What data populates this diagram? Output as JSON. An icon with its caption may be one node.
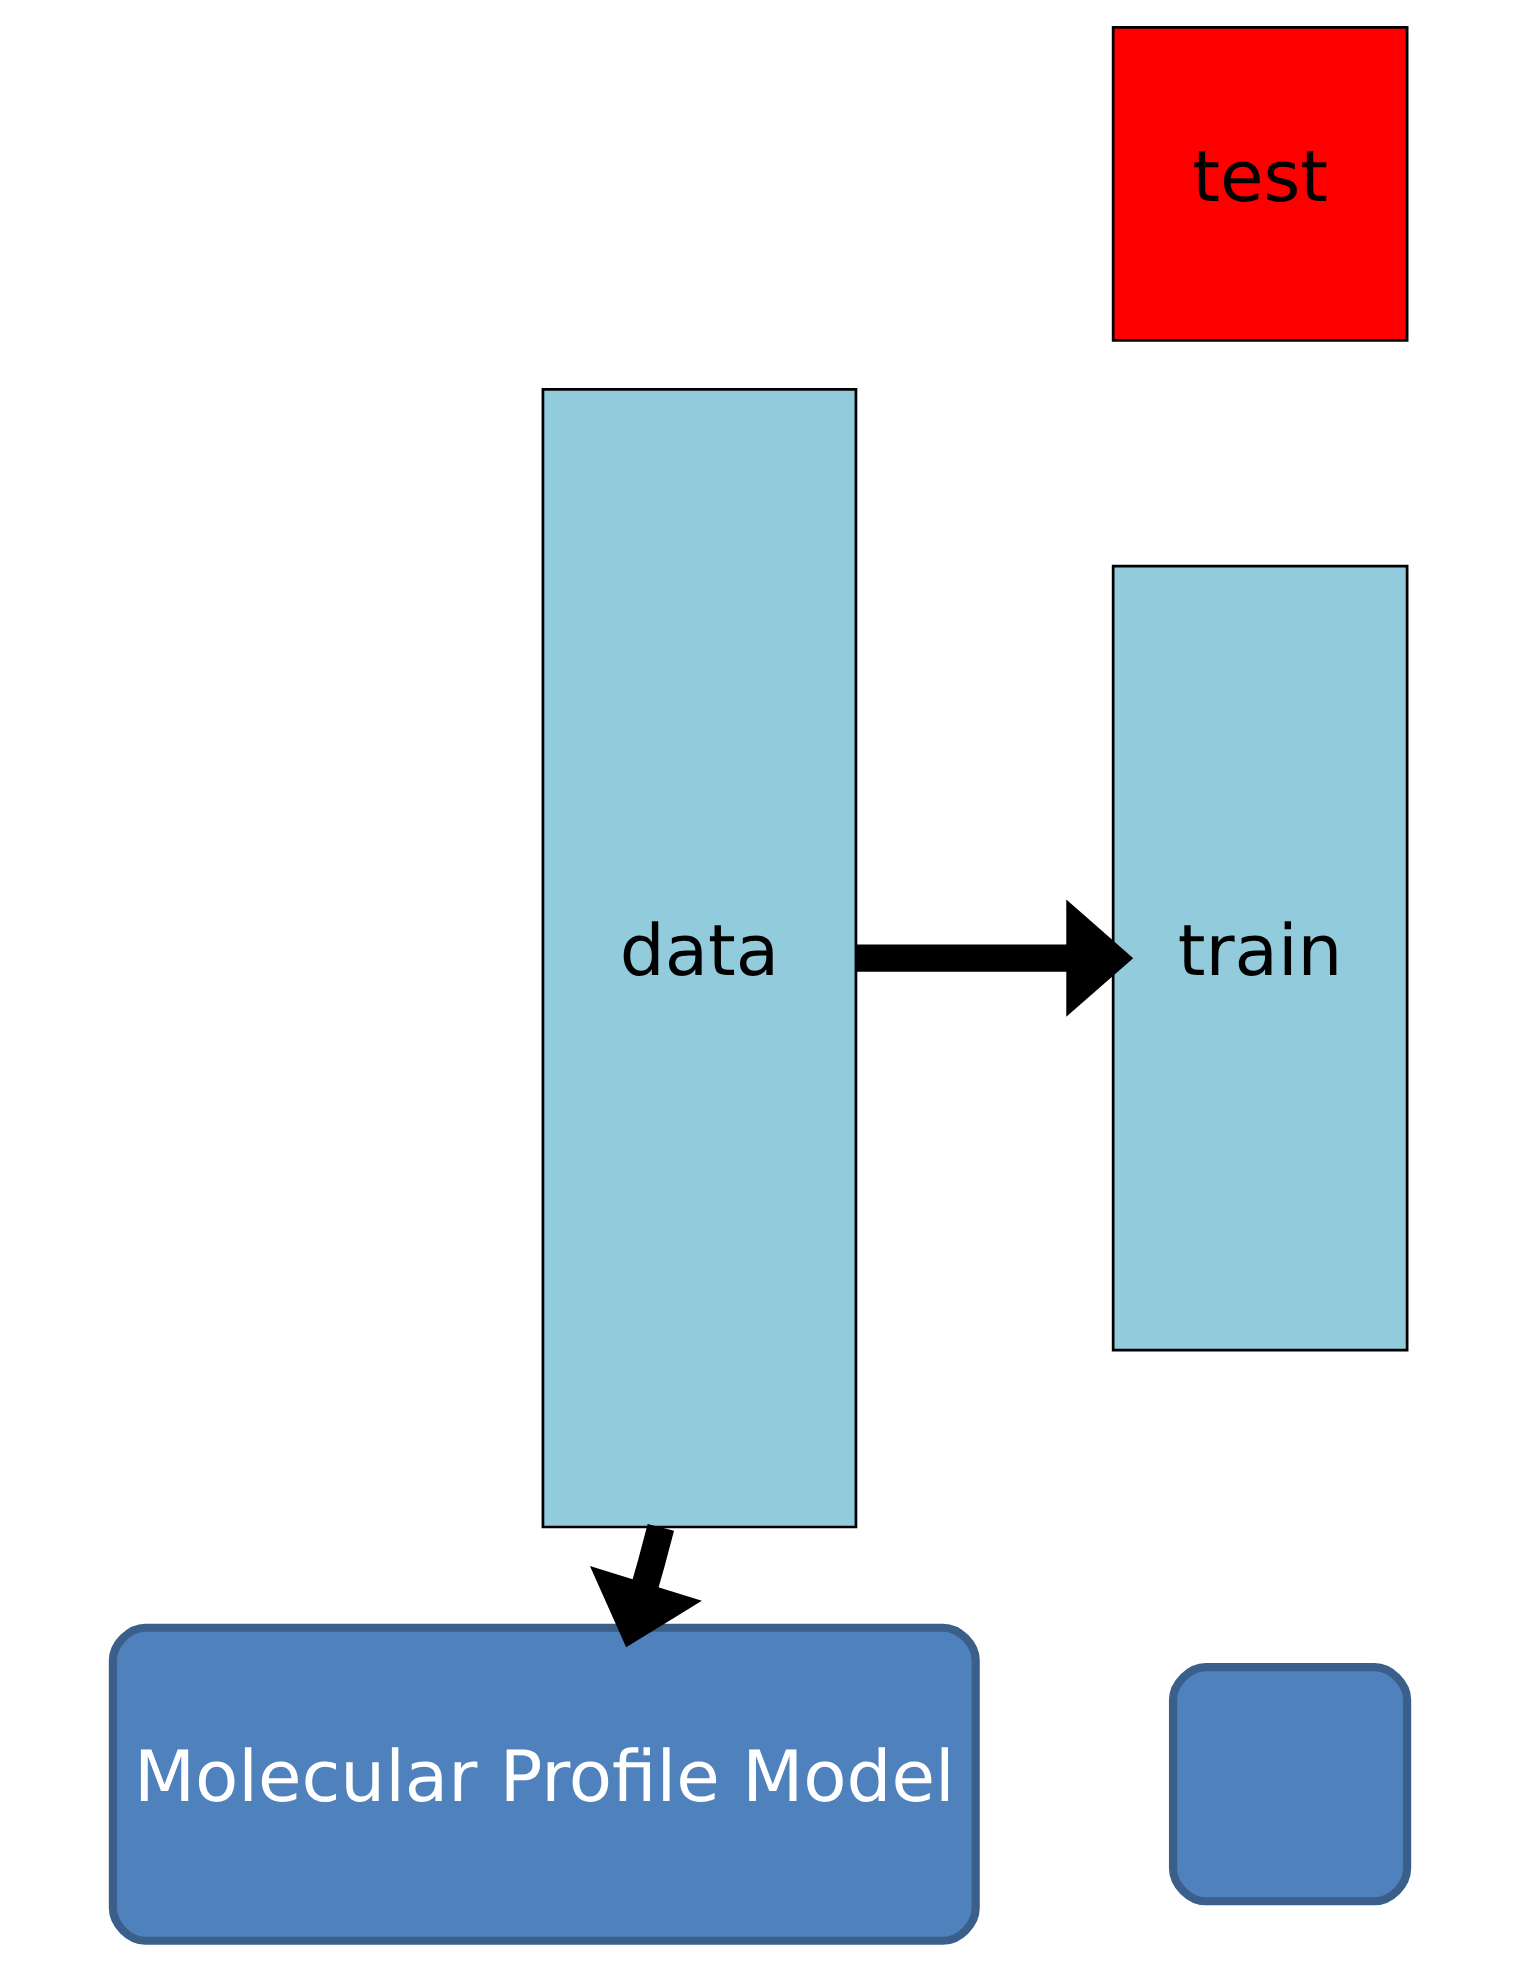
{
  "diagram": {
    "nodes": [
      {
        "text": [
          "data"
        ]
      },
      {
        "text": [
          "test"
        ]
      },
      {
        "text": [
          "train"
        ]
      },
      {
        "text": [],
        "shape": "box"
      },
      {
        "text": [
          "Molecular Profile Model"
        ]
      }
    ],
    "edges": [
      {
        "from": 0,
        "to": 2,
        "arrow": "to"
      },
      {
        "from": 0,
        "to": 4,
        "arrow": "to"
      }
    ]
  }
}
